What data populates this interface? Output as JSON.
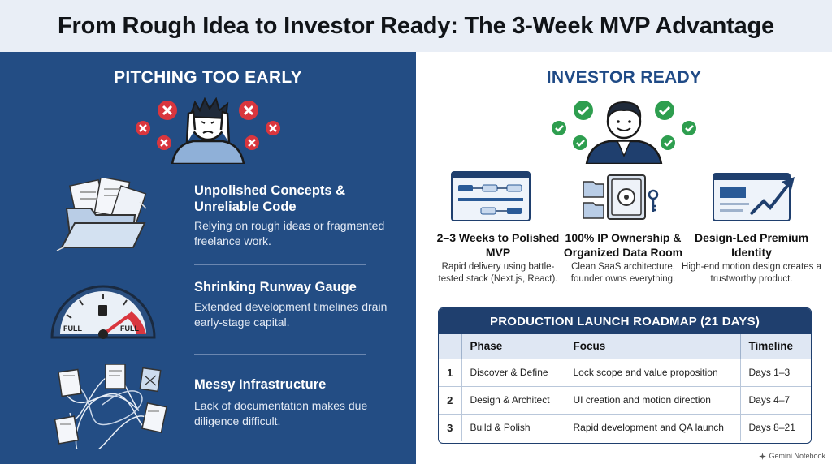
{
  "title": "From Rough Idea to Investor Ready: The 3-Week MVP Advantage",
  "left": {
    "heading": "PITCHING TOO EARLY",
    "issues": [
      {
        "title": "Unpolished Concepts & Unreliable Code",
        "desc": "Relying on rough ideas or fragmented freelance work.",
        "icon": "folder-papers-icon"
      },
      {
        "title": "Shrinking Runway Gauge",
        "desc": "Extended development timelines drain early-stage capital.",
        "icon": "fuel-gauge-icon",
        "gauge_left": "FULL",
        "gauge_right": "FULL"
      },
      {
        "title": "Messy Infrastructure",
        "desc": "Lack of documentation makes due diligence difficult.",
        "icon": "tangled-documents-icon"
      }
    ]
  },
  "right": {
    "heading": "INVESTOR READY",
    "benefits": [
      {
        "title": "2–3 Weeks to Polished MVP",
        "desc": "Rapid delivery using battle-tested stack (Next.js, React).",
        "icon": "workflow-screen-icon"
      },
      {
        "title": "100% IP Ownership & Organized Data Room",
        "desc": "Clean SaaS architecture, founder owns everything.",
        "icon": "safe-vault-icon"
      },
      {
        "title": "Design-Led Premium Identity",
        "desc": "High-end motion design creates a trustworthy product.",
        "icon": "growth-chart-icon"
      }
    ],
    "roadmap": {
      "title": "PRODUCTION LAUNCH ROADMAP (21 DAYS)",
      "columns": [
        "",
        "Phase",
        "Focus",
        "Timeline"
      ],
      "rows": [
        {
          "num": "1",
          "phase": "Discover & Define",
          "focus": "Lock scope and value proposition",
          "timeline": "Days 1–3"
        },
        {
          "num": "2",
          "phase": "Design & Architect",
          "focus": "UI creation and motion direction",
          "timeline": "Days 4–7"
        },
        {
          "num": "3",
          "phase": "Build & Polish",
          "focus": "Rapid development and QA launch",
          "timeline": "Days 8–21"
        }
      ]
    }
  },
  "footer": "Gemini Notebook",
  "colors": {
    "left_bg": "#234d84",
    "heading_blue": "#1f4a86",
    "red": "#d9363e",
    "green": "#2e9e4f",
    "navy": "#1f3f6e"
  }
}
